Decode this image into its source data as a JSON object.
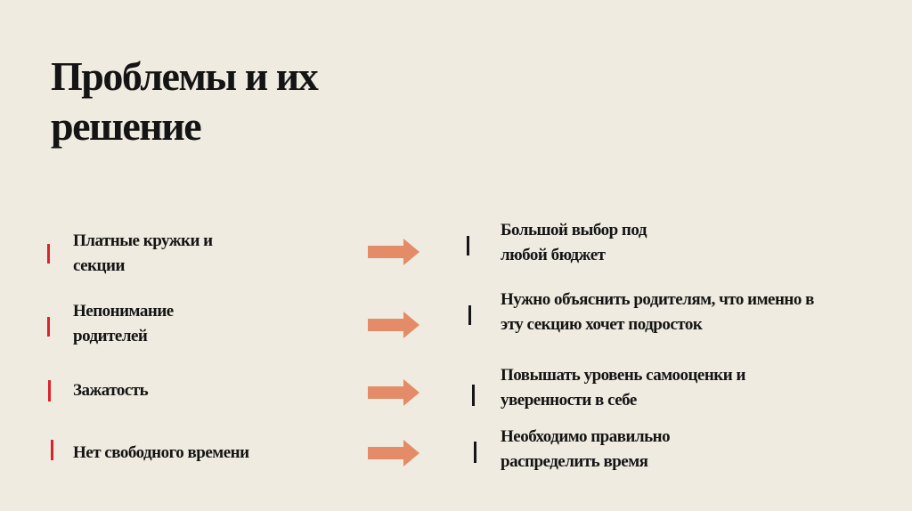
{
  "slide": {
    "title_line1": "Проблемы и их",
    "title_line2": "решение",
    "colors": {
      "background": "#f0ebe0",
      "accent_problem_bar": "#d9252a",
      "solution_bar": "#161616",
      "arrow": "#e38c67",
      "text": "#141414"
    },
    "rows": [
      {
        "problem": [
          "Платные кружки и",
          "секции"
        ],
        "solution": [
          "Большой выбор под",
          "любой бюджет"
        ],
        "arrow_icon": "right-arrow"
      },
      {
        "problem": [
          "Непонимание",
          "родителей"
        ],
        "solution": [
          "Нужно объяснить родителям, что именно в",
          "эту секцию хочет подросток"
        ],
        "arrow_icon": "right-arrow"
      },
      {
        "problem": [
          "Зажатость"
        ],
        "solution": [
          "Повышать уровень самооценки и",
          "уверенности в себе"
        ],
        "arrow_icon": "right-arrow"
      },
      {
        "problem": [
          "Нет свободного времени"
        ],
        "solution": [
          "Необходимо правильно",
          "распределить время"
        ],
        "arrow_icon": "right-arrow"
      }
    ]
  }
}
